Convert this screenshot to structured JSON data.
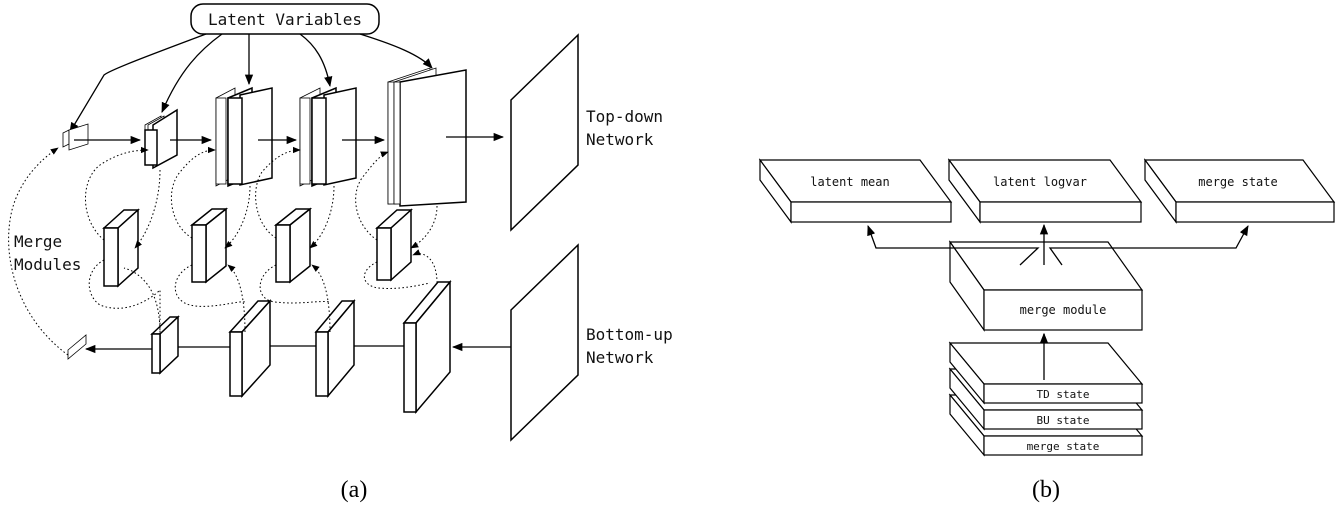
{
  "panel_a": {
    "latent_variables_label": "Latent Variables",
    "merge_label_line1": "Merge",
    "merge_label_line2": "Modules",
    "top_down_line1": "Top-down",
    "top_down_line2": "Network",
    "bottom_up_line1": "Bottom-up",
    "bottom_up_line2": "Network",
    "caption": "(a)"
  },
  "panel_b": {
    "latent_mean": "latent mean",
    "latent_logvar": "latent logvar",
    "merge_state_top": "merge state",
    "merge_module": "merge module",
    "td_state": "TD state",
    "bu_state": "BU state",
    "merge_state_bottom": "merge state",
    "caption": "(b)"
  }
}
